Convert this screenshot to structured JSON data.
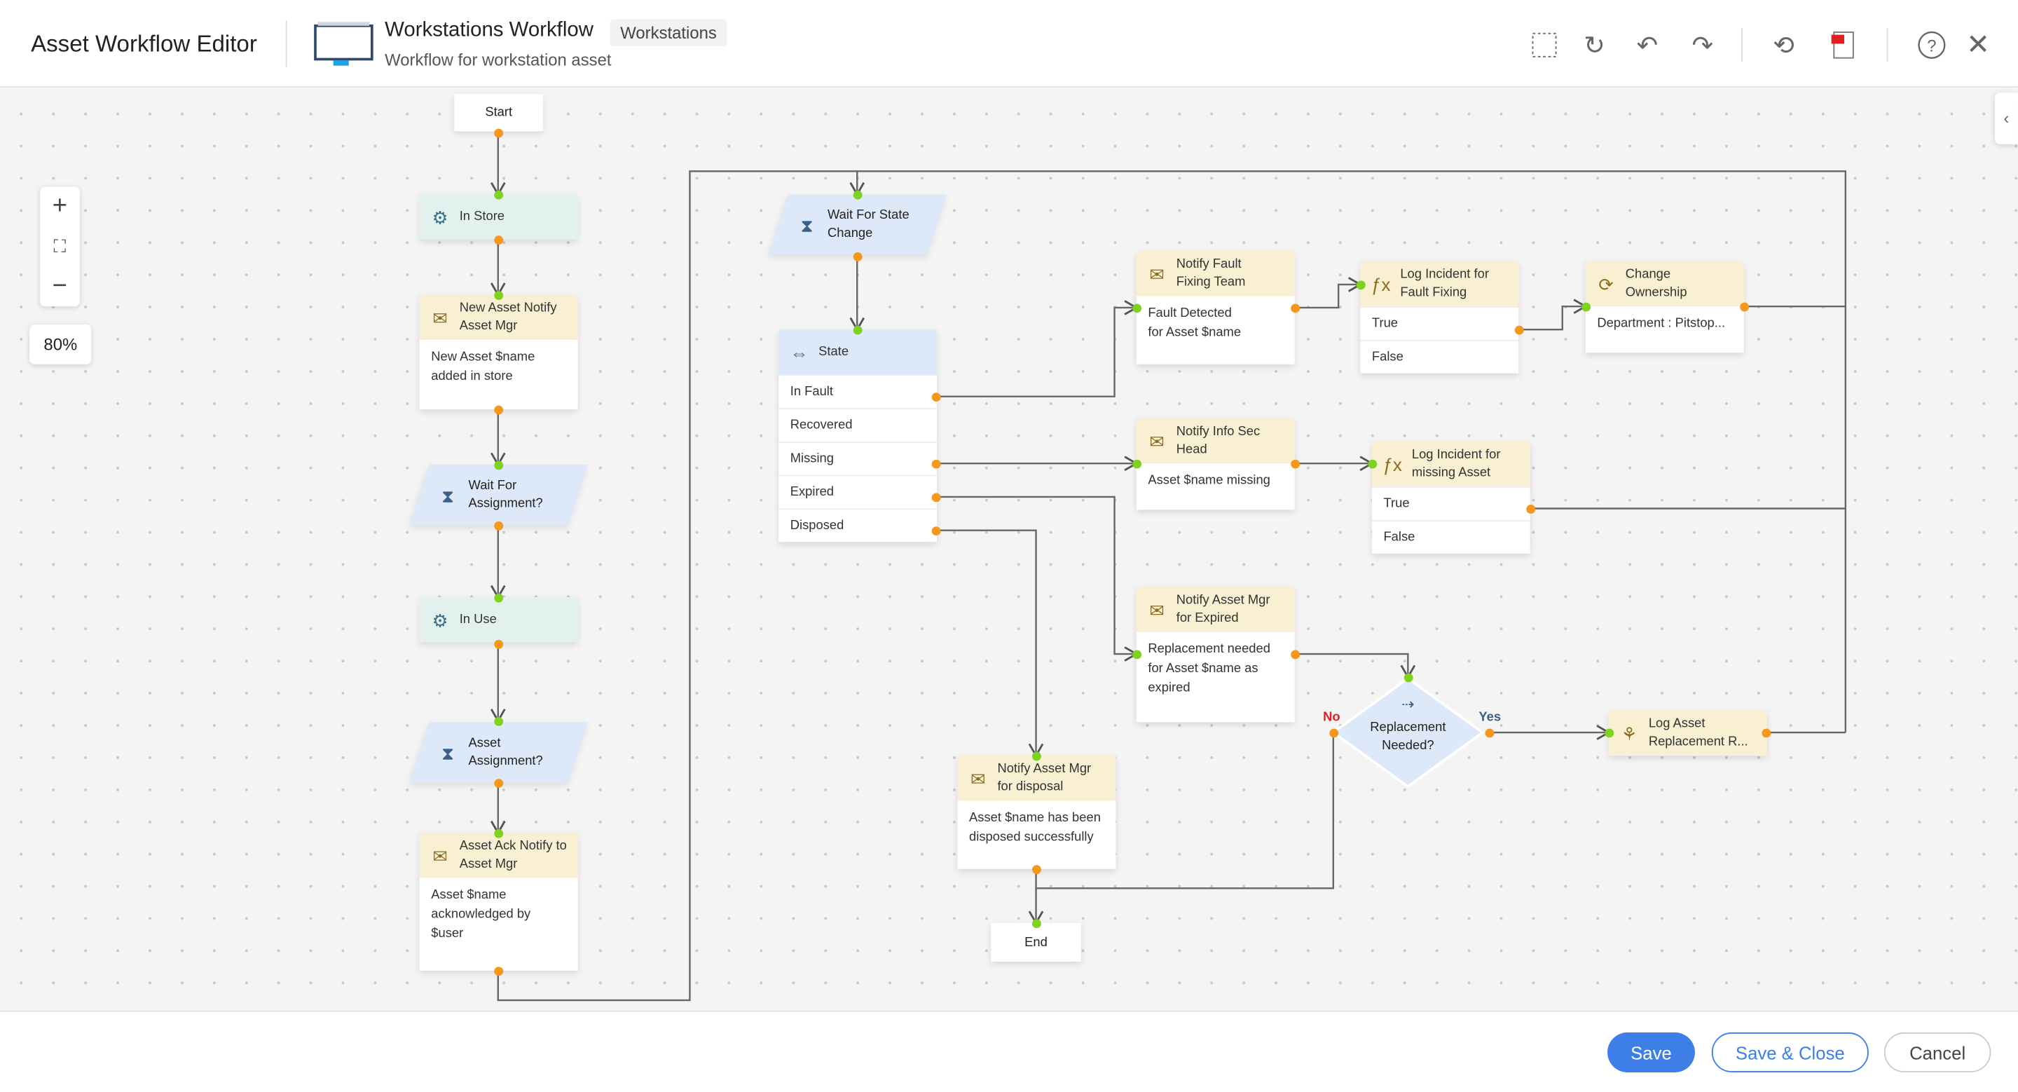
{
  "header": {
    "app_title": "Asset Workflow Editor",
    "workflow_title": "Workstations Workflow",
    "workflow_badge": "Workstations",
    "workflow_description": "Workflow for workstation asset",
    "toolbar": [
      "select-icon",
      "refresh-icon",
      "undo-icon",
      "redo-icon",
      "history-icon",
      "pdf-icon",
      "help-icon",
      "close-icon"
    ]
  },
  "zoom": {
    "level": "80%",
    "in": "+",
    "fit": "fit-screen-icon",
    "out": "−"
  },
  "nodes": {
    "start": "Start",
    "end": "End",
    "in_store": "In Store",
    "new_asset_notify": {
      "title": "New Asset Notify Asset Mgr",
      "body": "New  Asset $name added in store"
    },
    "wait_assignment": "Wait For Assignment?",
    "in_use": "In Use",
    "asset_assignment": "Asset Assignment?",
    "asset_ack": {
      "title": "Asset Ack Notify to Asset Mgr",
      "body": "Asset $name acknowledged by $user"
    },
    "wait_state": "Wait For State Change",
    "state": {
      "title": "State",
      "rows": [
        "In Fault",
        "Recovered",
        "Missing",
        "Expired",
        "Disposed"
      ]
    },
    "notify_fault": {
      "title": "Notify Fault Fixing Team",
      "body": "Fault Detected for Asset $name"
    },
    "log_fault": {
      "title": "Log Incident for Fault Fixing",
      "rows": [
        "True",
        "False"
      ]
    },
    "change_owner": {
      "title": "Change Ownership",
      "body": "Department : Pitstop..."
    },
    "notify_infosec": {
      "title": "Notify Info Sec Head",
      "body": "Asset $name  missing"
    },
    "log_missing": {
      "title": "Log Incident for missing Asset",
      "rows": [
        "True",
        "False"
      ]
    },
    "notify_expired": {
      "title": "Notify Asset Mgr for Expired",
      "body": "Replacement needed for Asset $name as expired"
    },
    "decision": {
      "title": "Replacement Needed?",
      "yes": "Yes",
      "no": "No"
    },
    "log_replacement": "Log Asset Replacement R...",
    "notify_disposal": {
      "title": "Notify Asset Mgr for disposal",
      "body": "Asset $name has been disposed successfully"
    }
  },
  "footer": {
    "save": "Save",
    "save_close": "Save & Close",
    "cancel": "Cancel"
  },
  "colors": {
    "accent": "#3d7fe6",
    "input_port": "#7ed321",
    "output_port": "#f5961d",
    "mail_header": "#f9efd2",
    "state_header": "#e3f1ee",
    "wait_fill": "#dde9f8",
    "no": "#e02020"
  }
}
